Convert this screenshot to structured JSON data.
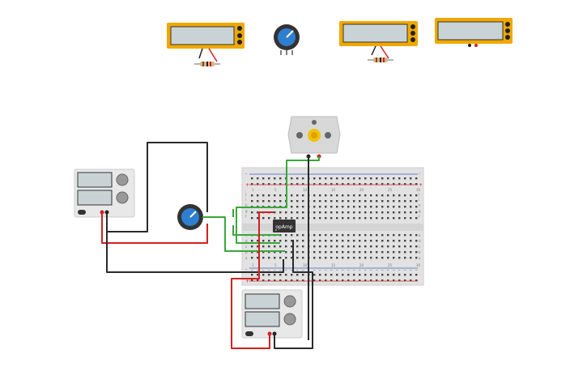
{
  "canvas": {
    "background": "#ffffff"
  },
  "opamp": {
    "label": "opAmp"
  },
  "breadboard": {
    "rail_symbols": {
      "plus": "+",
      "minus": "-"
    },
    "row_letters_top": [
      "j",
      "i",
      "h",
      "g",
      "f"
    ],
    "row_letters_bottom": [
      "e",
      "d",
      "c",
      "b",
      "a"
    ],
    "column_numbers": [
      "1",
      "5",
      "10",
      "15",
      "20",
      "25",
      "30"
    ]
  },
  "colors": {
    "multimeter_body": "#f0a800",
    "multimeter_screen": "#c9d3d6",
    "breadboard": "#e2e2e2",
    "wire_red": "#d42020",
    "wire_black": "#2a2a2a",
    "wire_green": "#3aa83a",
    "pot_knob": "#2f7fd1",
    "motor_body": "#d8d8d8",
    "motor_shaft": "#f2c200"
  },
  "icons": {
    "multimeter": "multimeter-icon",
    "potentiometer": "potentiometer-icon",
    "power_supply": "power-supply-icon",
    "motor": "dc-motor-icon",
    "resistor": "resistor-icon",
    "opamp": "opamp-chip-icon"
  }
}
